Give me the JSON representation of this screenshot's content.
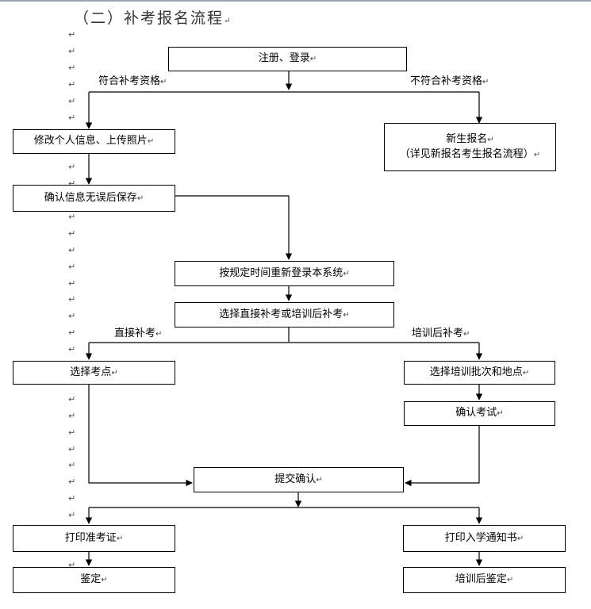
{
  "title": "（二）补考报名流程",
  "para_mark": "↵",
  "boxes": {
    "register": "注册、登录",
    "new_student": "新生报名",
    "new_student_note": "（详见新报名考生报名流程）",
    "edit_info": "修改个人信息、上传照片",
    "confirm_save": "确认信息无误后保存",
    "relogin": "按规定时间重新登录本系统",
    "choose_mode": "选择直接补考或培训后补考",
    "choose_site": "选择考点",
    "choose_batch": "选择培训批次和地点",
    "confirm_exam": "确认考试",
    "submit_confirm": "提交确认",
    "print_admission": "打印准考证",
    "print_notice": "打印入学通知书",
    "appraisal": "鉴定",
    "appraisal_after_training": "培训后鉴定"
  },
  "labels": {
    "eligible": "符合补考资格",
    "not_eligible": "不符合补考资格",
    "direct_retake": "直接补考",
    "retake_after_training": "培训后补考"
  }
}
